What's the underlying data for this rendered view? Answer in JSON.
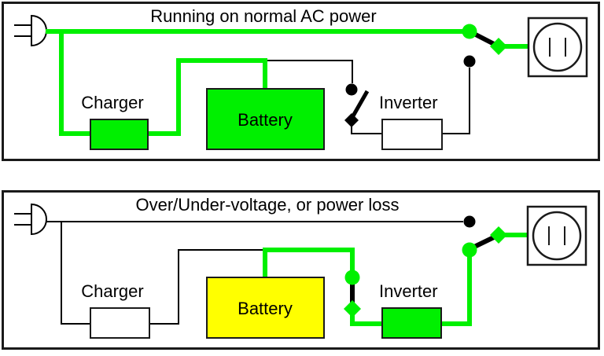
{
  "diagram": {
    "colors": {
      "active": "#00f000",
      "standby_battery": "#ffff00",
      "inactive_wire": "#000000",
      "inactive_fill": "#ffffff"
    },
    "panels": [
      {
        "title": "Running on normal AC power",
        "charger": {
          "label": "Charger",
          "fill": "#00f000"
        },
        "battery": {
          "label": "Battery",
          "fill": "#00f000"
        },
        "inverter": {
          "label": "Inverter",
          "fill": "#ffffff"
        }
      },
      {
        "title": "Over/Under-voltage, or power loss",
        "charger": {
          "label": "Charger",
          "fill": "#ffffff"
        },
        "battery": {
          "label": "Battery",
          "fill": "#ffff00"
        },
        "inverter": {
          "label": "Inverter",
          "fill": "#00f000"
        }
      }
    ]
  }
}
